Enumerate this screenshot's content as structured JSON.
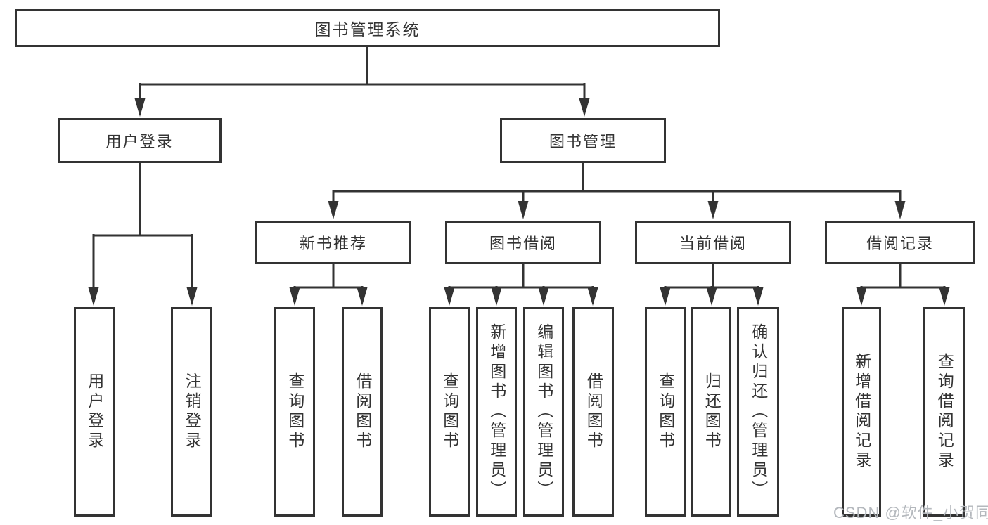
{
  "diagram_type": "hierarchy-tree",
  "colors": {
    "line": "#333333",
    "box_border": "#333333",
    "text": "#333333",
    "background": "#ffffff",
    "watermark": "#b4b8bd"
  },
  "nodes": {
    "root": "图书管理系统",
    "user_login": "用户登录",
    "book_management": "图书管理",
    "new_book_recommend": "新书推荐",
    "book_borrow": "图书借阅",
    "current_borrow": "当前借阅",
    "borrow_records": "借阅记录",
    "user_leaves": [
      "用户登录",
      "注销登录"
    ],
    "recommend_leaves": [
      "查询图书",
      "借阅图书"
    ],
    "borrow_leaves": [
      "查询图书",
      "新增图书（管理员）",
      "编辑图书（管理员）",
      "借阅图书"
    ],
    "current_leaves": [
      "查询图书",
      "归还图书",
      "确认归还（管理员）"
    ],
    "records_leaves": [
      "新增借阅记录",
      "查询借阅记录"
    ]
  },
  "watermark": {
    "text": "CSDN @软件_小贺同学"
  }
}
